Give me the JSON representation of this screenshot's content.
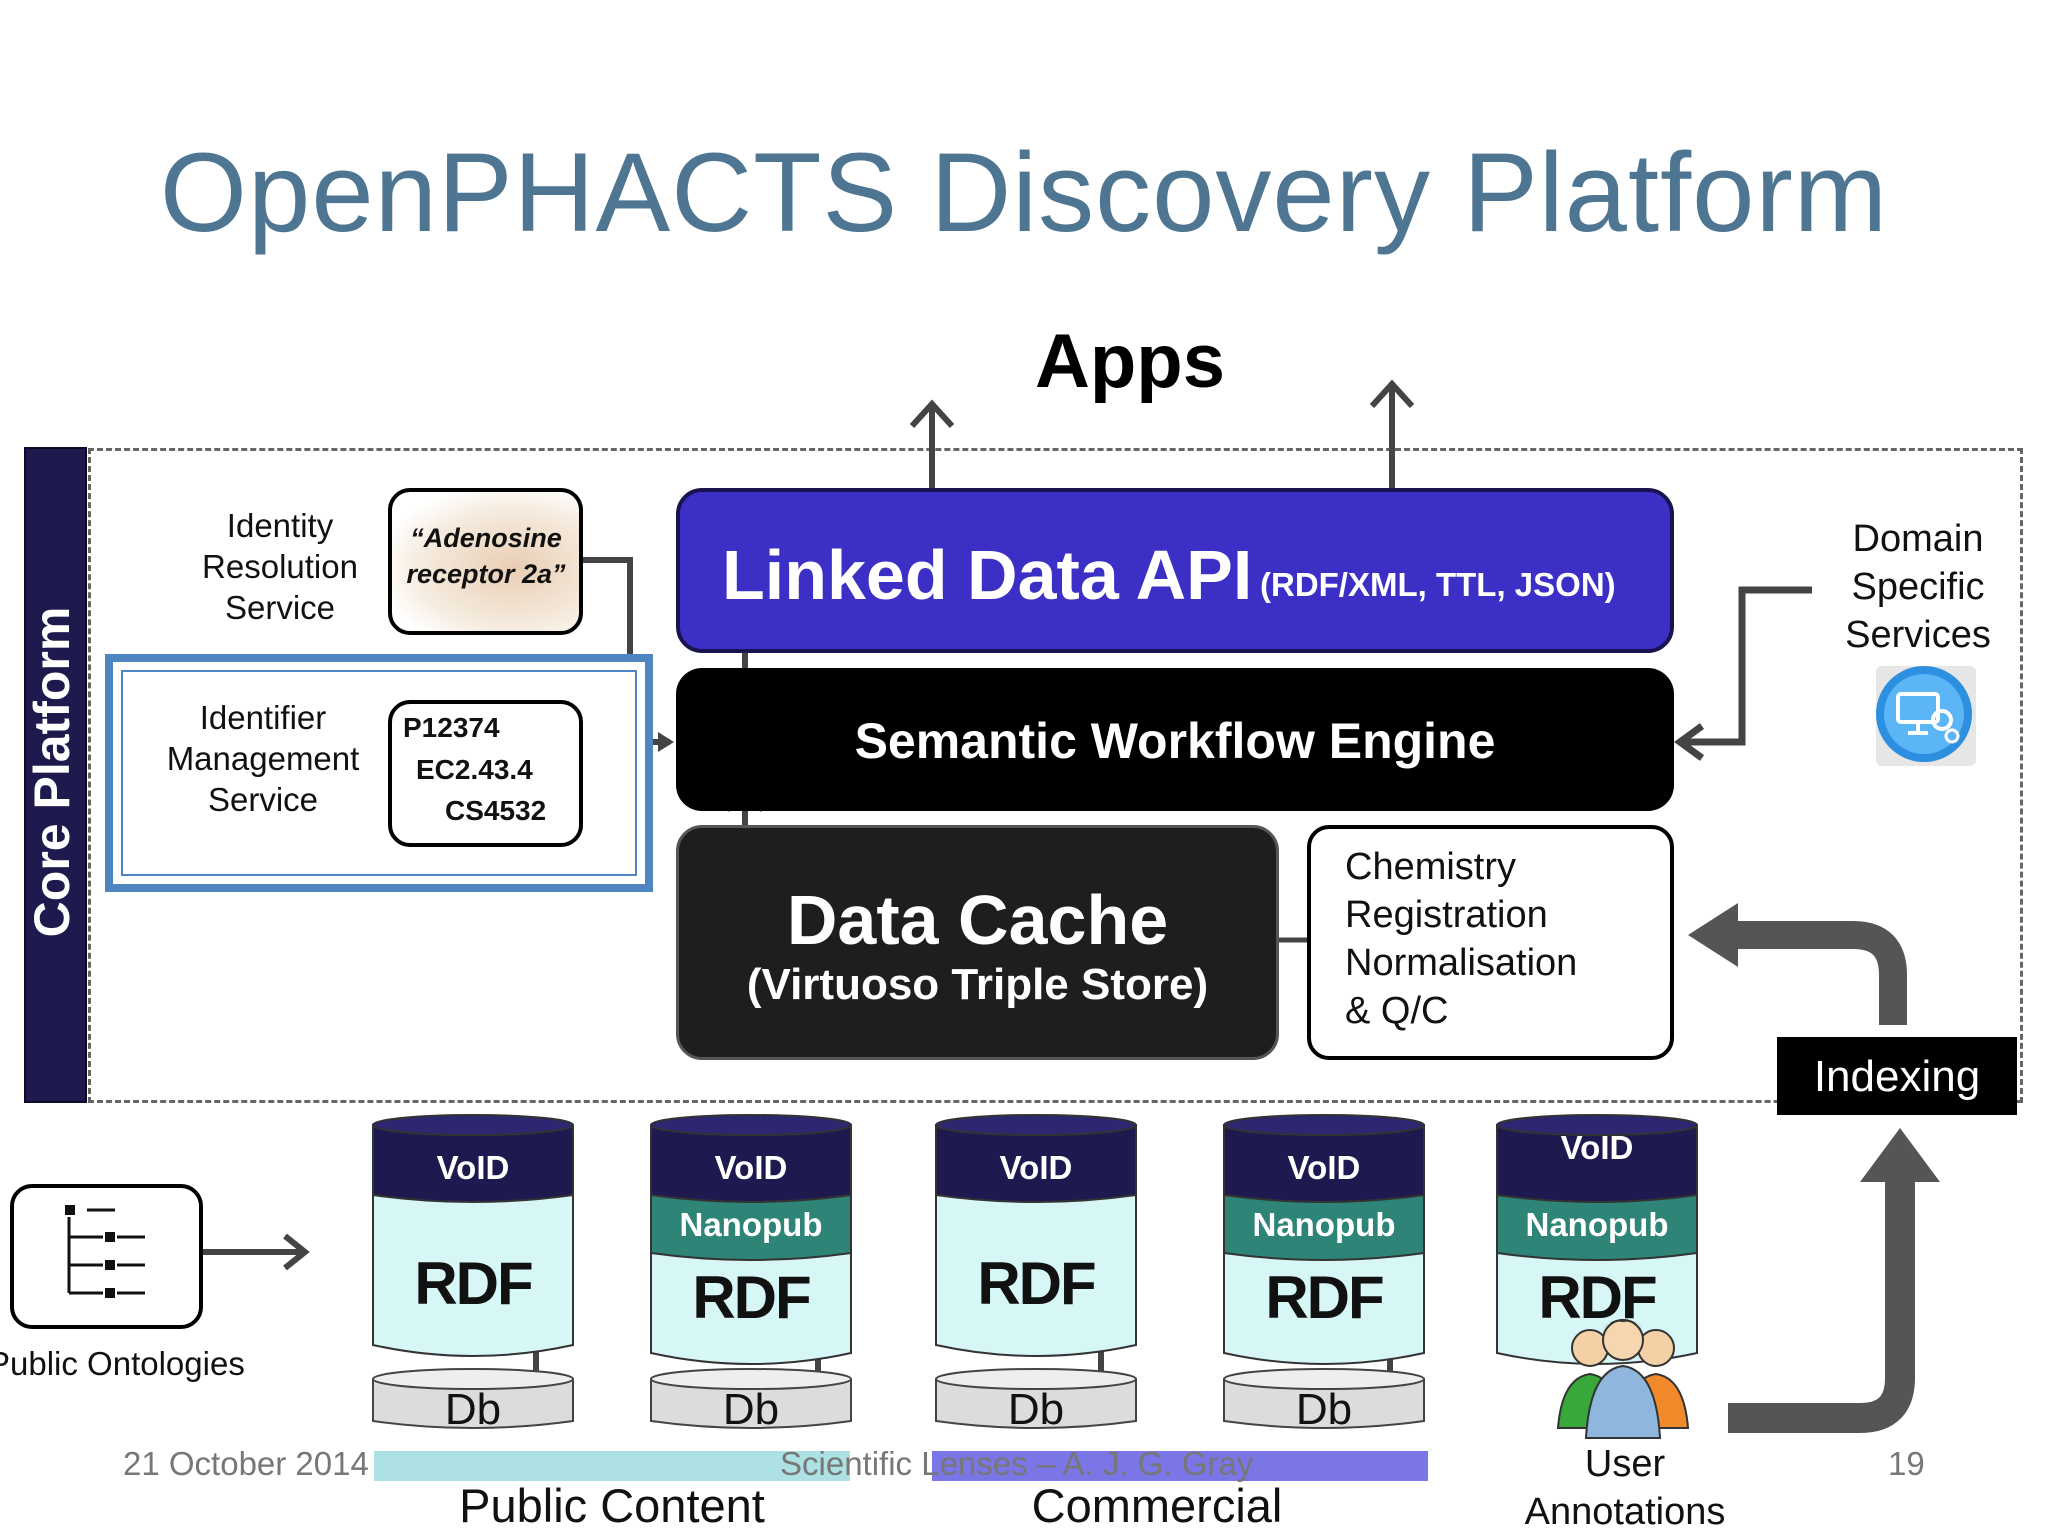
{
  "title": "OpenPHACTS Discovery Platform",
  "apps_label": "Apps",
  "core_platform_label": "Core Platform",
  "identity_resolution_service": [
    "Identity",
    "Resolution",
    "Service"
  ],
  "identity_example": [
    "“Adenosine",
    "receptor 2a”"
  ],
  "identifier_management_service": [
    "Identifier",
    "Management",
    "Service"
  ],
  "identifiers": [
    "P12374",
    "EC2.43.4",
    "CS4532"
  ],
  "linked_data_api": {
    "title": "Linked Data API",
    "formats": "(RDF/XML, TTL, JSON)"
  },
  "semantic_workflow_engine": "Semantic Workflow Engine",
  "data_cache": {
    "title": "Data Cache",
    "subtitle": "(Virtuoso Triple Store)"
  },
  "chemistry": [
    "Chemistry",
    "Registration",
    "Normalisation",
    "& Q/C"
  ],
  "domain_specific_services": [
    "Domain",
    "Specific",
    "Services"
  ],
  "indexing": "Indexing",
  "public_ontologies": "Public Ontologies",
  "sources": [
    {
      "void": "VoID",
      "nanopub": "",
      "rdf": "RDF",
      "db": "Db"
    },
    {
      "void": "VoID",
      "nanopub": "Nanopub",
      "rdf": "RDF",
      "db": "Db"
    },
    {
      "void": "VoID",
      "nanopub": "",
      "rdf": "RDF",
      "db": "Db"
    },
    {
      "void": "VoID",
      "nanopub": "Nanopub",
      "rdf": "RDF",
      "db": "Db"
    },
    {
      "void": "VoID",
      "nanopub": "Nanopub",
      "rdf": "RDF",
      "db": ""
    }
  ],
  "footer": {
    "date": "21 October 2014",
    "center": "Scientific Lenses – A. J. G. Gray",
    "page": "19"
  },
  "groups": {
    "public": "Public Content",
    "commercial": "Commercial"
  },
  "user_annotations": [
    "User",
    "Annotations"
  ],
  "colors": {
    "title": "#4e7591",
    "api": "#3b2fc6",
    "core_bar": "#1f1a4e",
    "id_frame": "#4f86c1",
    "void": "#1e1a4f",
    "nanopub": "#2f8478",
    "rdf": "#d7f7f7",
    "public_bar": "#aee1e4",
    "commercial_bar": "#7b76e6"
  }
}
